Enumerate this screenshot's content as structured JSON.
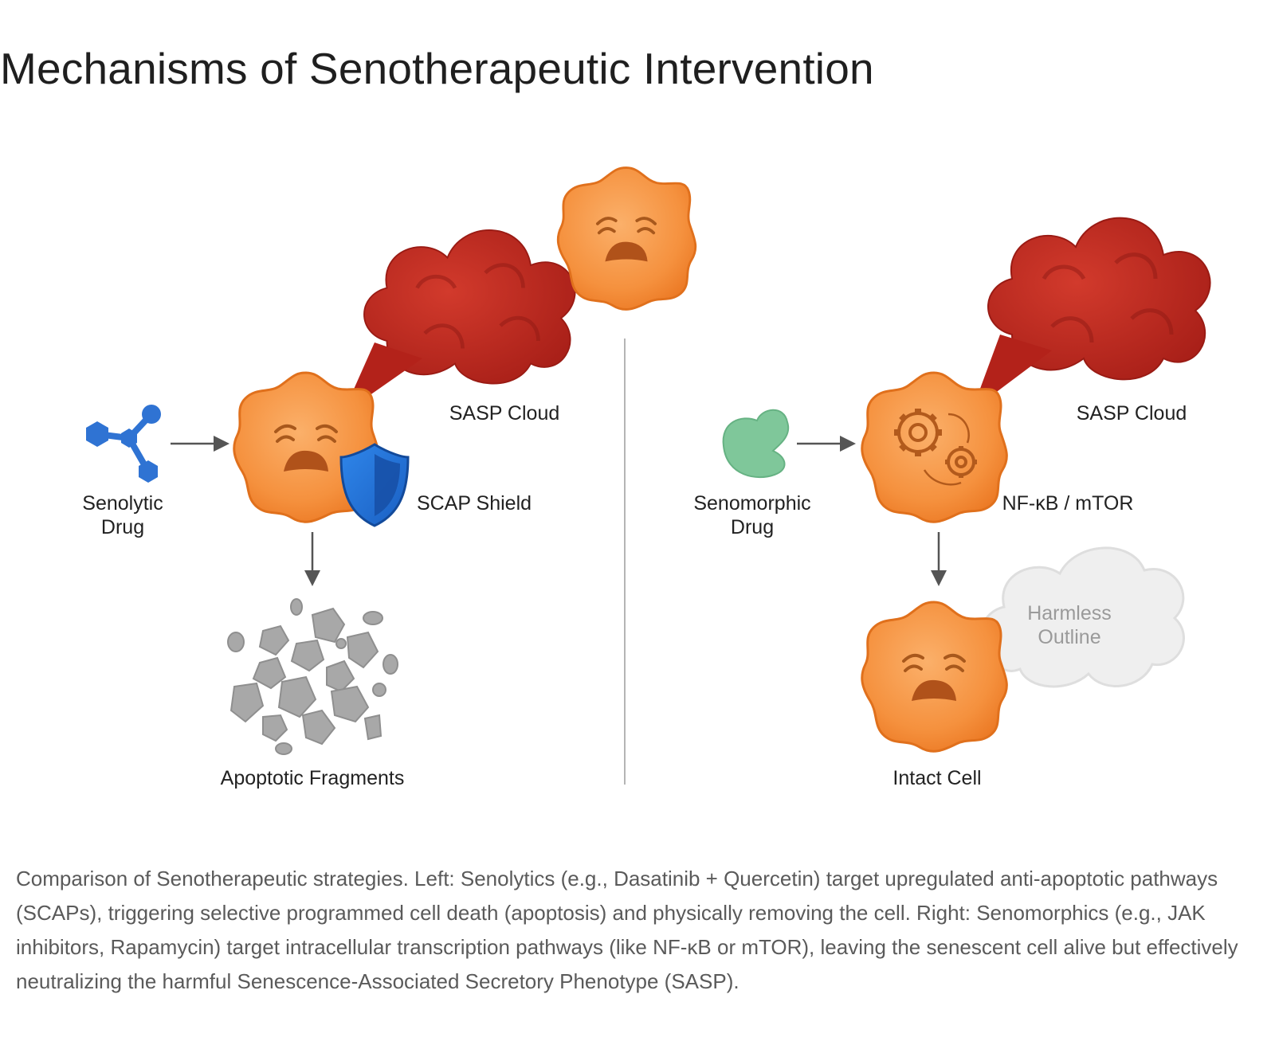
{
  "title": "Mechanisms of Senotherapeutic Intervention",
  "left_panel": {
    "drug_label_line1": "Senolytic",
    "drug_label_line2": "Drug",
    "sasp_label": "SASP Cloud",
    "shield_label": "SCAP Shield",
    "outcome_label": "Apoptotic Fragments"
  },
  "right_panel": {
    "drug_label_line1": "Senomorphic",
    "drug_label_line2": "Drug",
    "sasp_label": "SASP Cloud",
    "pathway_label": "NF-κB / mTOR",
    "ghost_label_line1": "Harmless",
    "ghost_label_line2": "Outline",
    "outcome_label": "Intact Cell"
  },
  "caption": "Comparison of Senotherapeutic strategies. Left: Senolytics (e.g., Dasatinib + Quercetin) target upregulated anti-apoptotic pathways (SCAPs), triggering selective programmed cell death (apoptosis) and physically removing the cell. Right: Senomorphics (e.g., JAK inhibitors, Rapamycin) target intracellular transcription pathways (like NF-κB or mTOR), leaving the senescent cell alive but effectively neutralizing the harmful Senescence-Associated Secretory Phenotype (SASP).",
  "colors": {
    "cell": "#f5913e",
    "cell_edge": "#e0701c",
    "sasp": "#c1291f",
    "shield": "#1f6fd6",
    "senolytic_drug": "#2f73d3",
    "senomorphic_drug": "#7fc79a",
    "fragments": "#a8a8a8",
    "ghost_cloud": "#efefef"
  },
  "icons": {
    "senolytic_drug": "molecule-icon",
    "senomorphic_drug": "blob-molecule-icon",
    "shield": "shield-icon",
    "pathway": "gears-icon"
  }
}
